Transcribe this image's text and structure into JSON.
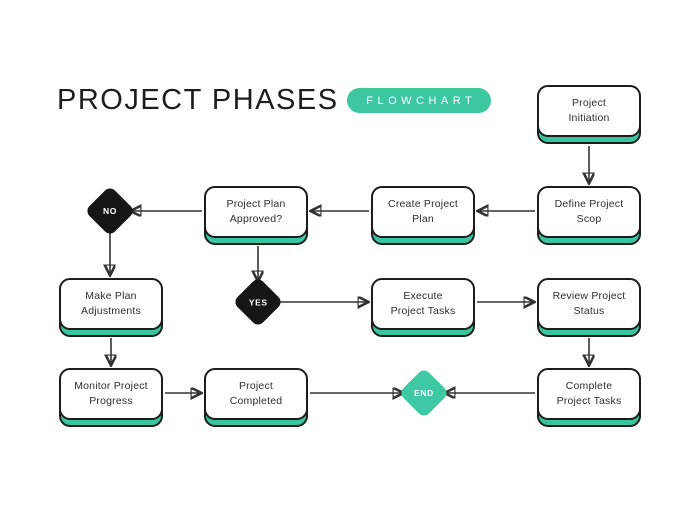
{
  "header": {
    "title": "PROJECT PHASES",
    "badge": "FLOWCHART"
  },
  "colors": {
    "teal_accent": "#3cc7a1",
    "node_lip_teal": "#38c6a0",
    "end_diamond_teal": "#3fc8a4",
    "decision_black": "#161616",
    "node_border": "#1c1c1c",
    "arrow": "#333333",
    "node_text": "#2e2e2e",
    "background": "#ffffff"
  },
  "nodes": {
    "init": {
      "line1": "Project",
      "line2": "Initiation"
    },
    "scope": {
      "line1": "Define Project",
      "line2": "Scop"
    },
    "create": {
      "line1": "Create Project",
      "line2": "Plan"
    },
    "approved": {
      "line1": "Project Plan",
      "line2": "Approved?"
    },
    "adjust": {
      "line1": "Make Plan",
      "line2": "Adjustments"
    },
    "execute": {
      "line1": "Execute",
      "line2": "Project Tasks"
    },
    "review": {
      "line1": "Review Project",
      "line2": "Status"
    },
    "monitor": {
      "line1": "Monitor Project",
      "line2": "Progress"
    },
    "completed": {
      "line1": "Project",
      "line2": "Completed"
    },
    "complete": {
      "line1": "Complete",
      "line2": "Project Tasks"
    }
  },
  "decisions": {
    "no": {
      "label": "NO"
    },
    "yes": {
      "label": "YES"
    },
    "end": {
      "label": "END"
    }
  },
  "edges": [
    "Project Initiation -> Define Project Scop",
    "Define Project Scop -> Create Project Plan",
    "Create Project Plan -> Project Plan Approved?",
    "Project Plan Approved? -> NO",
    "NO -> Make Plan Adjustments",
    "Project Plan Approved? -> YES",
    "YES -> Execute Project Tasks",
    "Execute Project Tasks -> Review Project Status",
    "Review Project Status -> Complete Project Tasks",
    "Complete Project Tasks -> END",
    "Project Completed -> END",
    "Make Plan Adjustments -> Monitor Project Progress",
    "Monitor Project Progress -> Project Completed"
  ]
}
